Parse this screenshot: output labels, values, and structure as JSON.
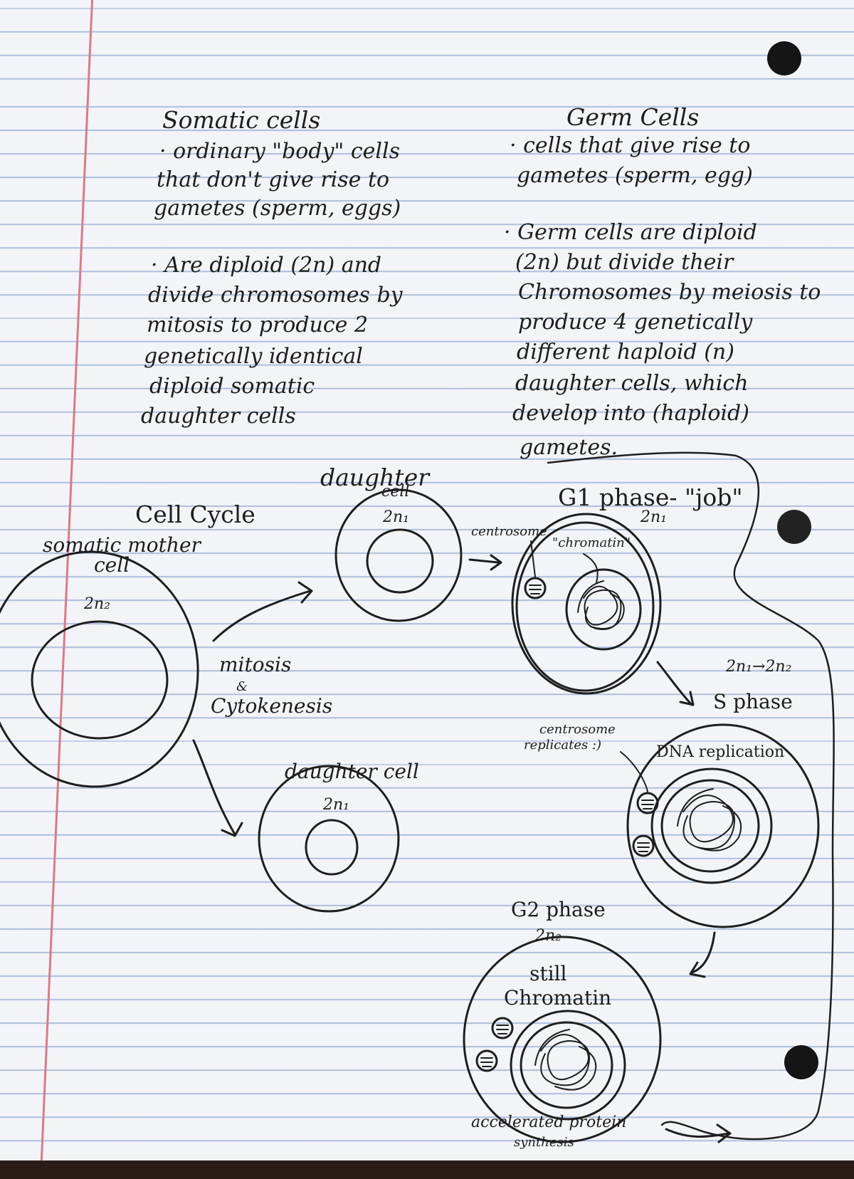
{
  "left_column": {
    "heading": "Somatic cells",
    "bullet_1": [
      "· ordinary \"body\" cells",
      "that don't give rise to",
      "gametes (sperm, eggs)"
    ],
    "bullet_2": [
      "· Are diploid (2n) and",
      "divide chromosomes by",
      "mitosis to produce 2",
      "genetically identical",
      "diploid somatic",
      "daughter cells"
    ]
  },
  "right_column": {
    "heading": "Germ Cells",
    "bullet_1": [
      "· cells that give rise to",
      "gametes (sperm, egg)"
    ],
    "bullet_2": [
      "· Germ cells are diploid",
      "(2n) but divide their",
      "Chromosomes by meiosis to",
      "produce 4 genetically",
      "different haploid (n)",
      "daughter cells, which",
      "develop into (haploid)",
      "gametes."
    ]
  },
  "diagram": {
    "title": "Cell Cycle",
    "mother_cell_label": [
      "somatic mother",
      "cell"
    ],
    "mother_ploidy": "2n₂",
    "division_label": [
      "mitosis",
      "&",
      "Cytokenesis"
    ],
    "daughter_top_label": [
      "daughter",
      "cell"
    ],
    "daughter_top_ploidy": "2n₁",
    "daughter_bottom_label": "daughter cell",
    "daughter_bottom_ploidy": "2n₁",
    "centrosome_label": "centrosome",
    "g1_label": "G1 phase- \"job\"",
    "g1_ploidy": "2n₁",
    "chromatin_label": "\"chromatin\"",
    "s_transition": "2n₁→2n₂",
    "s_label": "S phase",
    "centrosome_replicates": [
      "centrosome",
      "replicates :)"
    ],
    "dna_replication": "DNA replication",
    "g2_label": "G2 phase",
    "g2_ploidy": "2n₂",
    "still_chromatin": [
      "still",
      "Chromatin"
    ],
    "protein_synthesis": [
      "accelerated protein",
      "synthesis"
    ]
  }
}
